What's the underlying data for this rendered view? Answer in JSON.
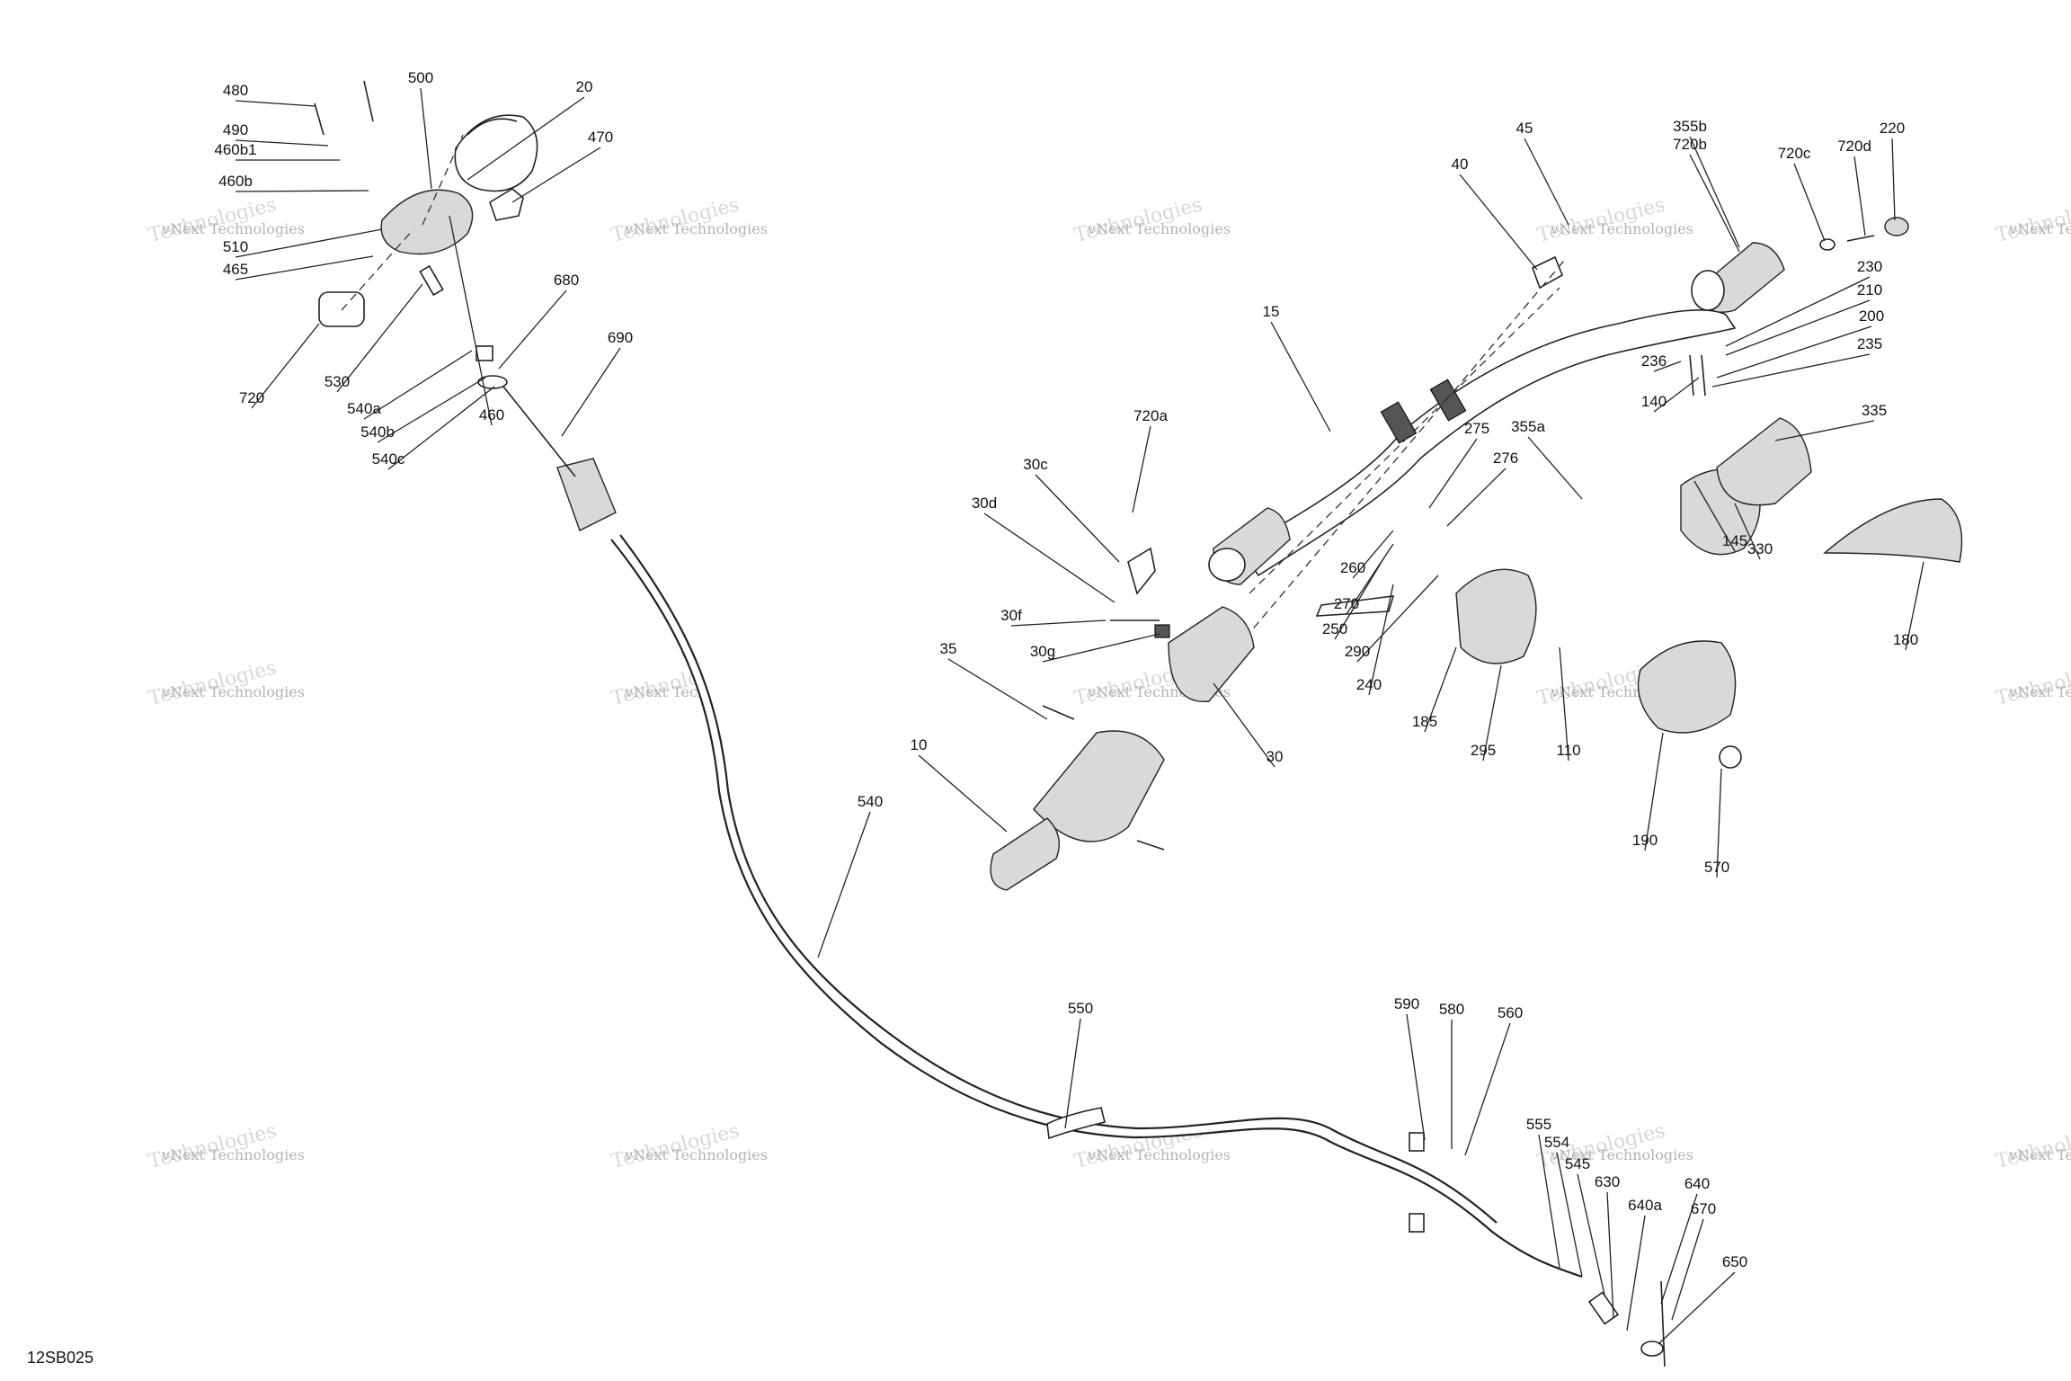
{
  "diagram": {
    "code": "12SB025",
    "watermark": {
      "line1": "vNext Technologies",
      "line2": "Technologies"
    },
    "callouts": [
      "480",
      "490",
      "460b1",
      "460b",
      "510",
      "465",
      "720",
      "530",
      "540a",
      "540b",
      "540c",
      "500",
      "20",
      "470",
      "460",
      "680",
      "690",
      "540",
      "550",
      "15",
      "40",
      "45",
      "720a",
      "30c",
      "30d",
      "30f",
      "30g",
      "35",
      "10",
      "30",
      "275",
      "276",
      "260",
      "270",
      "250",
      "240",
      "290",
      "185",
      "295",
      "110",
      "355a",
      "355b",
      "720b",
      "720c",
      "720d",
      "220",
      "230",
      "210",
      "200",
      "235",
      "236",
      "140",
      "335",
      "145",
      "330",
      "180",
      "190",
      "570",
      "590",
      "580",
      "560",
      "555",
      "554",
      "545",
      "630",
      "640a",
      "640",
      "670",
      "650"
    ]
  }
}
